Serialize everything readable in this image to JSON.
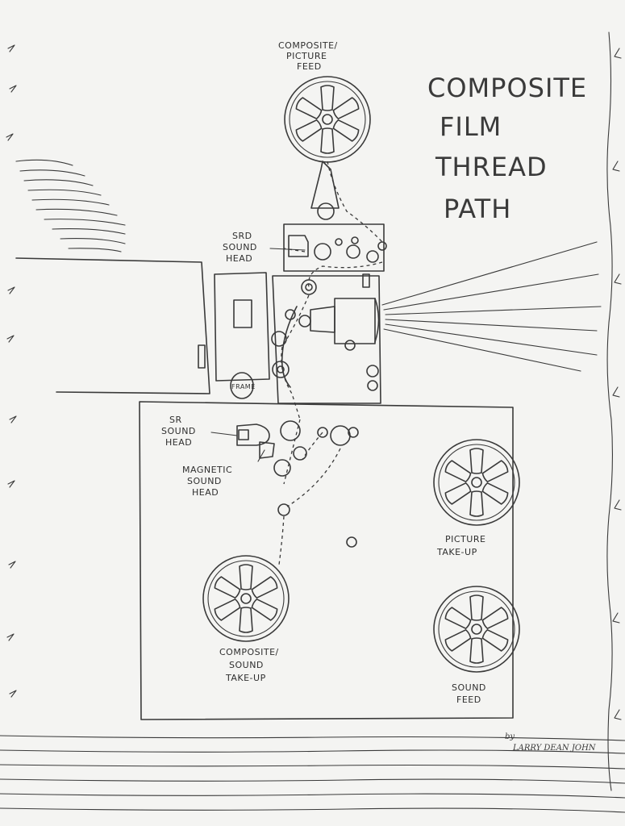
{
  "title": {
    "line1": "COMPOSITE",
    "line2": "FILM",
    "line3": "THREAD",
    "line4": "PATH"
  },
  "labels": {
    "composite_picture_feed": [
      "COMPOSITE/",
      "PICTURE",
      "FEED"
    ],
    "srd_sound_head": [
      "SRD",
      "SOUND",
      "HEAD"
    ],
    "sr_sound_head": [
      "SR",
      "SOUND",
      "HEAD"
    ],
    "magnetic_sound_head": [
      "MAGNETIC",
      "SOUND",
      "HEAD"
    ],
    "picture_take_up": [
      "PICTURE",
      "TAKE-UP"
    ],
    "composite_sound_take_up": [
      "COMPOSITE/",
      "SOUND",
      "TAKE-UP"
    ],
    "sound_feed": [
      "SOUND",
      "FEED"
    ],
    "frame_knob": "FRAME"
  },
  "signature": {
    "by": "by",
    "name": "LARRY DEAN JOHN"
  }
}
